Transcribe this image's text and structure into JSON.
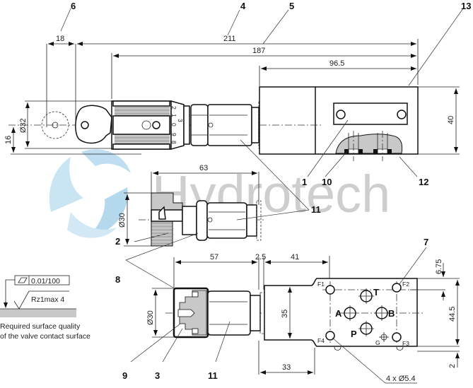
{
  "watermark": {
    "text": "Hydrotech",
    "logo": "swirl-logo"
  },
  "top_view": {
    "dimensions": {
      "d18": "18",
      "d211": "211",
      "d187": "187",
      "d96_5": "96.5",
      "d40": "40",
      "d32": "Ø32",
      "d16": "16"
    },
    "scale_marks": [
      "2",
      "1",
      "0",
      "9",
      "8",
      "3"
    ]
  },
  "middle_view": {
    "dimensions": {
      "d63": "63",
      "d30": "Ø30"
    }
  },
  "bottom_view": {
    "dimensions": {
      "d57": "57",
      "d2_5": "2.5",
      "d41": "41",
      "d30": "Ø30",
      "d35": "35",
      "d33": "33",
      "d6_75": "6.75",
      "d44_5": "44.5",
      "d2": "2",
      "holes": "4 x Ø5.4"
    },
    "ports": {
      "A": "A",
      "B": "B",
      "P": "P",
      "T": "T",
      "G": "G"
    },
    "fixing_holes": {
      "F1": "F1",
      "F2": "F2",
      "F3": "F3",
      "F4": "F4"
    }
  },
  "callouts": {
    "c1": "1",
    "c2": "2",
    "c3": "3",
    "c4": "4",
    "c5": "5",
    "c6": "6",
    "c7": "7",
    "c8": "8",
    "c9": "9",
    "c10": "10",
    "c11a": "11",
    "c11b": "11",
    "c12": "12",
    "c13": "13"
  },
  "surface_note": {
    "flatness": "0.01/100",
    "roughness": "Rz1max  4",
    "line1": "Required surface quality",
    "line2": "of the valve contact surface"
  },
  "colors": {
    "line": "#111111",
    "section_fill": "#c8c8c8",
    "watermark_gray": "#c4c6c8",
    "logo_blue": "#a9d3ec"
  }
}
